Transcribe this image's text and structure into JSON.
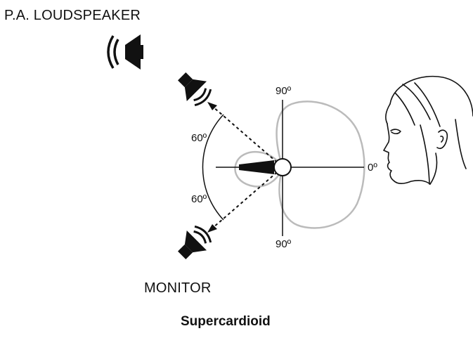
{
  "labels": {
    "pa_loudspeaker": "P.A. LOUDSPEAKER",
    "monitor": "MONITOR",
    "angle_upper_left": "60º",
    "angle_lower_left": "60º",
    "deg_top": "90º",
    "deg_bottom": "90º",
    "deg_right": "0º",
    "title": "Supercardioid"
  },
  "icons": [
    "speaker-icon",
    "microphone-icon",
    "face-profile-icon"
  ],
  "colors": {
    "line": "#111111",
    "pattern": "#bbbbbb",
    "background": "#ffffff"
  }
}
